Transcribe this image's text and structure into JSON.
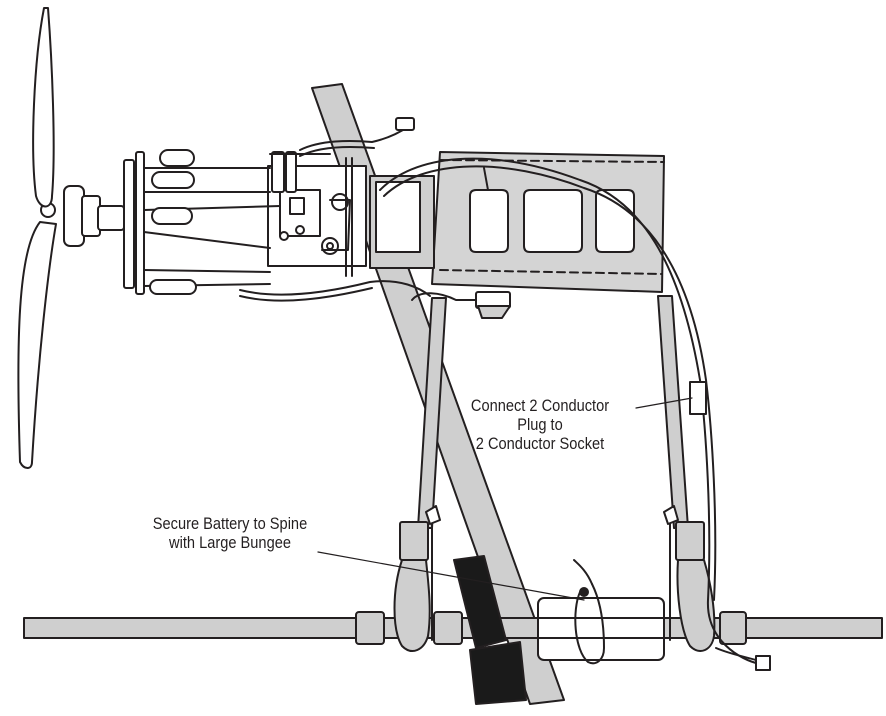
{
  "callouts": {
    "connect": {
      "line1": "Connect 2 Conductor",
      "line2": "Plug to",
      "line3": "2 Conductor Socket"
    },
    "battery": {
      "line1": "Secure Battery to Spine",
      "line2": "with Large Bungee"
    }
  },
  "colors": {
    "outline": "#231f20",
    "tube_fill": "#cfcfcf",
    "plate_fill": "#d4d4d4",
    "bungee_fill": "#1a1a1a",
    "background": "#ffffff"
  }
}
